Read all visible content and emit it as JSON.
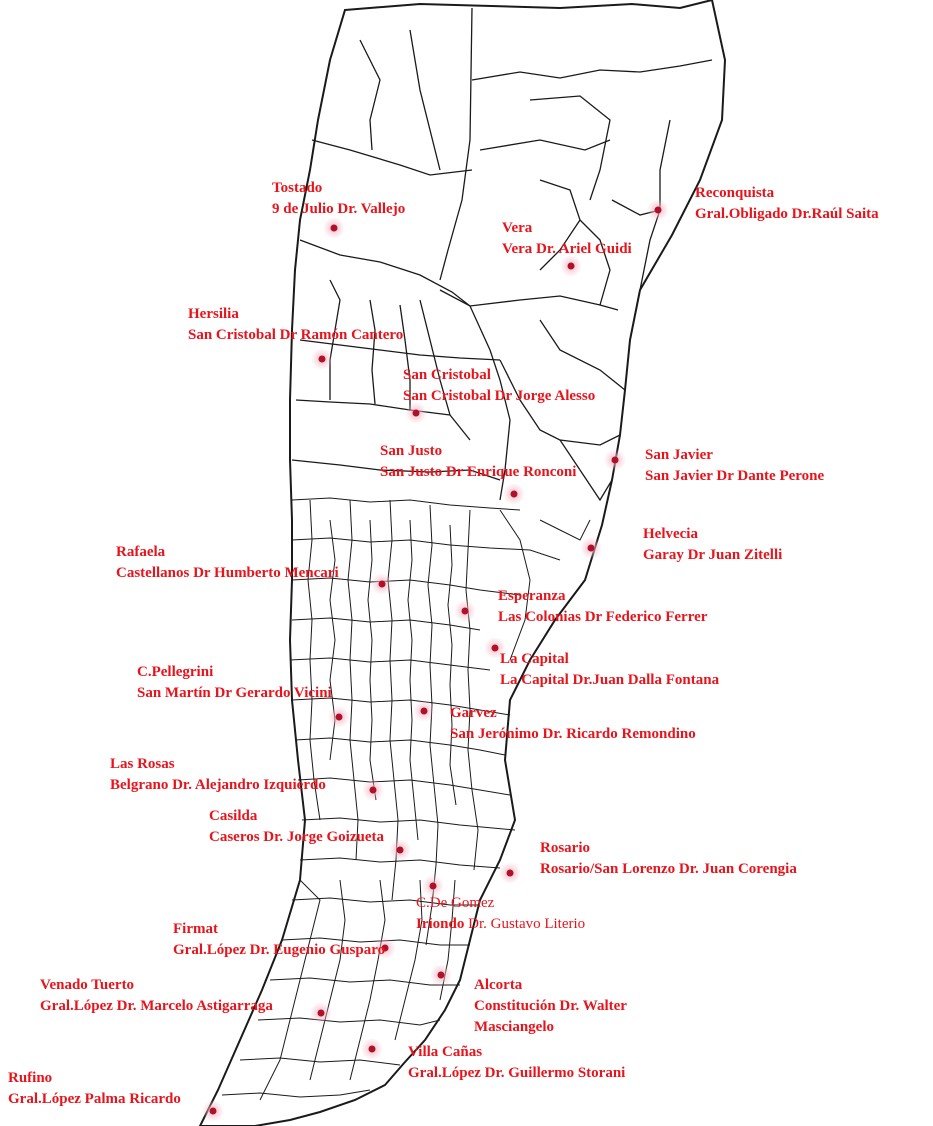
{
  "colors": {
    "label": "#e8141c",
    "border": "#1a1a1a",
    "marker": "#b0102a",
    "halo": "#f4b8c6"
  },
  "locations": [
    {
      "id": "tostado",
      "city": "Tostado",
      "dept_doctor": "9 de Julio Dr. Vallejo"
    },
    {
      "id": "reconquista",
      "city": "Reconquista",
      "dept_doctor": "Gral.Obligado  Dr.Raúl Saita"
    },
    {
      "id": "vera",
      "city": "Vera",
      "dept_doctor": "Vera Dr. Ariel Guidi"
    },
    {
      "id": "hersilia",
      "city": "Hersilia",
      "dept_doctor": "San Cristobal  Dr Ramón Cantero"
    },
    {
      "id": "san-cristobal",
      "city": "San Cristobal",
      "dept_doctor": "San Cristobal  Dr Jorge Alesso"
    },
    {
      "id": "san-justo",
      "city": "San Justo",
      "dept_doctor": "San Justo Dr Enrique Ronconi"
    },
    {
      "id": "san-javier",
      "city": "San Javier",
      "dept_doctor": "San Javier  Dr Dante Perone"
    },
    {
      "id": "helvecia",
      "city": "Helvecia",
      "dept_doctor": "Garay  Dr Juan Zitelli"
    },
    {
      "id": "rafaela",
      "city": "Rafaela",
      "dept_doctor": "Castellanos  Dr Humberto Mencari"
    },
    {
      "id": "esperanza",
      "city": "Esperanza",
      "dept_doctor": "Las Colonias  Dr Federico Ferrer"
    },
    {
      "id": "la-capital",
      "city": "La Capital",
      "dept_doctor": "La Capital  Dr.Juan Dalla Fontana"
    },
    {
      "id": "c-pellegrini",
      "city": "C.Pellegrini",
      "dept_doctor": "San Martín Dr Gerardo Vicini"
    },
    {
      "id": "garvez",
      "city": "Garvez",
      "dept_doctor": "San Jerónimo  Dr. Ricardo Remondino"
    },
    {
      "id": "las-rosas",
      "city": "Las Rosas",
      "dept_doctor": "Belgrano  Dr. Alejandro Izquierdo"
    },
    {
      "id": "casilda",
      "city": "Casilda",
      "dept_doctor": "Caseros  Dr. Jorge Goizueta"
    },
    {
      "id": "rosario",
      "city": "Rosario",
      "dept_doctor": "Rosario/San Lorenzo  Dr. Juan Corengia"
    },
    {
      "id": "c-de-gomez",
      "city": "C.De Gomez",
      "dept_part1": "Iriondo",
      "dept_part2": " Dr. Gustavo Literio"
    },
    {
      "id": "firmat",
      "city": "Firmat",
      "dept_doctor": "Gral.López  Dr. Eugenio Gusparo"
    },
    {
      "id": "venado-tuerto",
      "city": "Venado Tuerto",
      "dept_doctor": "Gral.López  Dr. Marcelo Astigarraga"
    },
    {
      "id": "alcorta",
      "city": "Alcorta",
      "dept_doctor": "Constitución  Dr. Walter",
      "dept_doctor_2": "Masciangelo"
    },
    {
      "id": "villa-canas",
      "city": "Villa Cañas",
      "dept_doctor": "Gral.López  Dr. Guillermo Storani"
    },
    {
      "id": "rufino",
      "city": "Rufino",
      "dept_doctor": "Gral.López  Palma Ricardo"
    }
  ]
}
